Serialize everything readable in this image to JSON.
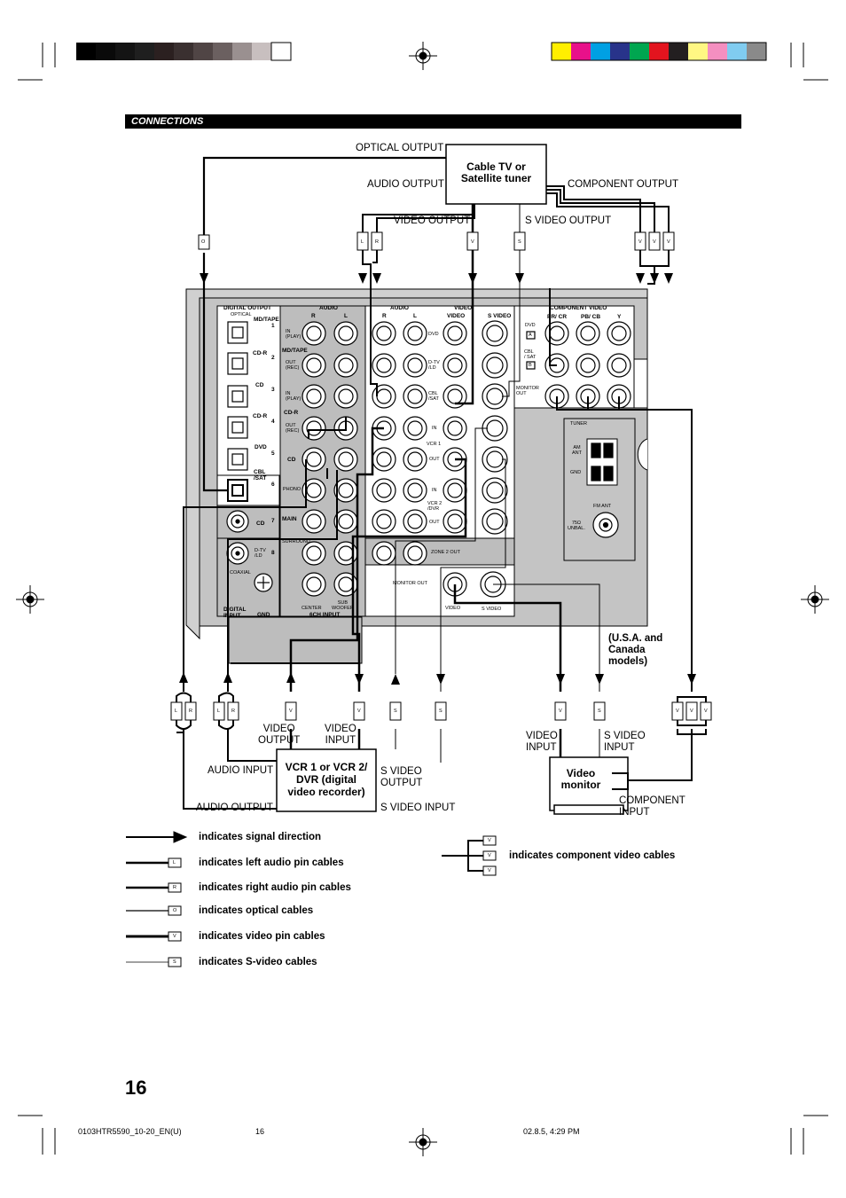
{
  "header": {
    "section": "CONNECTIONS"
  },
  "tuner_box": {
    "line1": "Cable TV or",
    "line2": "Satellite tuner"
  },
  "tuner_labels": {
    "optical_output": "OPTICAL OUTPUT",
    "audio_output": "AUDIO OUTPUT",
    "component_output": "COMPONENT OUTPUT",
    "video_output": "VIDEO OUTPUT",
    "s_video_output": "S VIDEO OUTPUT"
  },
  "vcr_box": {
    "line1": "VCR 1 or VCR 2/",
    "line2": "DVR (digital",
    "line3": "video recorder)"
  },
  "vcr_labels": {
    "video_output": "VIDEO\nOUTPUT",
    "video_input": "VIDEO\nINPUT",
    "audio_input": "AUDIO INPUT",
    "audio_output": "AUDIO OUTPUT",
    "s_video_output": "S VIDEO\nOUTPUT",
    "s_video_input": "S VIDEO INPUT"
  },
  "monitor_box": {
    "line1": "Video",
    "line2": "monitor"
  },
  "monitor_labels": {
    "video_input": "VIDEO\nINPUT",
    "s_video_input": "S VIDEO\nINPUT",
    "component_input": "COMPONENT\nINPUT"
  },
  "region_note": "(U.S.A. and\nCanada\nmodels)",
  "plug_letters": {
    "optical": "O",
    "left": "L",
    "right": "R",
    "video": "V",
    "svideo": "S"
  },
  "panel": {
    "digital_output": "DIGITAL OUTPUT",
    "optical": "OPTICAL",
    "audio": "AUDIO",
    "audio2": "AUDIO",
    "video": "VIDEO",
    "r": "R",
    "l": "L",
    "video_col": "VIDEO",
    "s_video_col": "S VIDEO",
    "component_video": "COMPONENT VIDEO",
    "pr": "PR/ CR",
    "pb": "PB/ CB",
    "y": "Y",
    "md_tape": "MD/TAPE",
    "cd_r": "CD-R",
    "cd": "CD",
    "cd_r2": "CD-R",
    "dvd_opt": "DVD",
    "cbl_sat_opt": "CBL\n/SAT",
    "cd_coax": "CD",
    "dtv_coax": "D-TV\n/LD",
    "coaxial": "COAXIAL",
    "digital_input": "DIGITAL\nINPUT",
    "gnd": "GND",
    "in_play": "IN\n(PLAY)",
    "md_tape2": "MD/TAPE",
    "out_rec": "OUT\n(REC)",
    "in_play2": "IN\n(PLAY)",
    "cd_r3": "CD-R",
    "out_rec2": "OUT\n(REC)",
    "cd2": "CD",
    "phono": "PHONO",
    "main": "MAIN",
    "surround": "SURROUND",
    "center": "CENTER",
    "subwoofer": "SUB\nWOOFER",
    "six_ch": "6CH INPUT",
    "dvd_v": "DVD",
    "dtv_v": "D-TV\n/LD",
    "cbl_v": "CBL\n/SAT",
    "in1": "IN",
    "vcr1": "VCR 1",
    "out1": "OUT",
    "in2": "IN",
    "vcr2": "VCR 2\n/DVR",
    "out2": "OUT",
    "zone2": "ZONE 2 OUT",
    "monitor_out": "MONITOR OUT",
    "video_bot": "VIDEO",
    "svideo_bot": "S VIDEO",
    "monitor_out2": "MONITOR\nOUT",
    "dvd_c": "DVD",
    "dvd_c_tag": "A",
    "cbl_c": "CBL\n/ SAT",
    "cbl_c_tag": "B",
    "tuner": "TUNER",
    "am_ant": "AM\nANT",
    "gnd2": "GND",
    "fm_ant": "FM ANT",
    "unbal": "75Ω\nUNBAL.",
    "num1": "1",
    "num2": "2",
    "num3": "3",
    "num4": "4",
    "num5": "5",
    "num6": "6",
    "num7": "7",
    "num8": "8"
  },
  "legend": {
    "signal": "indicates signal direction",
    "left": "indicates left audio pin cables",
    "right": "indicates right audio pin cables",
    "optical": "indicates optical cables",
    "video": "indicates video pin cables",
    "svideo": "indicates S-video cables",
    "component": "indicates component video cables"
  },
  "page_number": "16",
  "footer": {
    "file": "0103HTR5590_10-20_EN(U)",
    "page": "16",
    "date": "02.8.5, 4:29 PM"
  },
  "colors": {
    "panel_grey": "#c8c8c8",
    "panel_dark": "#a8a8a8"
  }
}
